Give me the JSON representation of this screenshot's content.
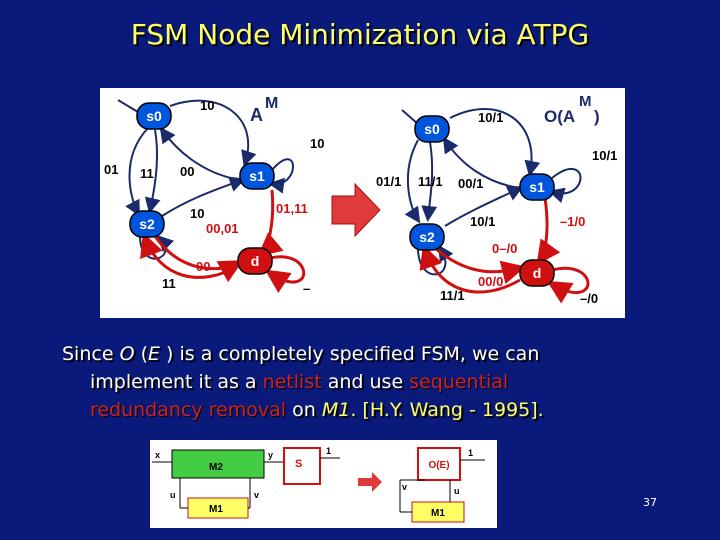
{
  "title": "FSM Node Minimization via ATPG",
  "fsm_left": {
    "label_main": "A",
    "label_sup": "M",
    "states": {
      "s0": "s0",
      "s1": "s1",
      "s2": "s2",
      "d": "d"
    },
    "edges": {
      "s0_self": "10",
      "s1_self": "10",
      "s0_s2_a": "01",
      "s0_s2_b": "11",
      "s1_s0": "00",
      "s2_s1": "10",
      "s2_d": "00,01",
      "s1_d": "01,11",
      "s2_self": "11",
      "d_s2": "00",
      "d_self": "–"
    }
  },
  "fsm_right": {
    "label_main": "O(A",
    "label_sup": "M",
    "label_close": ")",
    "states": {
      "s0": "s0",
      "s1": "s1",
      "s2": "s2",
      "d": "d"
    },
    "edges": {
      "s0_self": "10/1",
      "s1_self": "10/1",
      "s0_s2_a": "01/1",
      "s0_s2_b": "11/1",
      "s1_s0": "00/1",
      "s2_s1": "10/1",
      "s1_d": "–1/0",
      "s2_d": "0–/0",
      "d_s2": "00/0",
      "s2_self": "11/1",
      "d_self": "–/0"
    }
  },
  "body": {
    "l1_a": "Since ",
    "l1_b": "O",
    "l1_c": " (",
    "l1_d": "E",
    "l1_e": " ) is a completely specified FSM, we can",
    "l2_a": "implement it as a ",
    "l2_b": "netlist",
    "l2_c": " and use ",
    "l2_d": "sequential",
    "l3_a": "redundancy removal",
    "l3_b": " on ",
    "l3_c": "M1",
    "l3_d": ".  [H.Y. Wang - 1995]."
  },
  "circuit": {
    "x": "x",
    "y": "y",
    "u": "u",
    "v": "v",
    "m2": "M2",
    "m1": "M1",
    "s": "S",
    "one": "1",
    "oe": "O(E)",
    "v2": "v",
    "u2": "u",
    "m1b": "M1",
    "one2": "1"
  },
  "page_number": "37"
}
